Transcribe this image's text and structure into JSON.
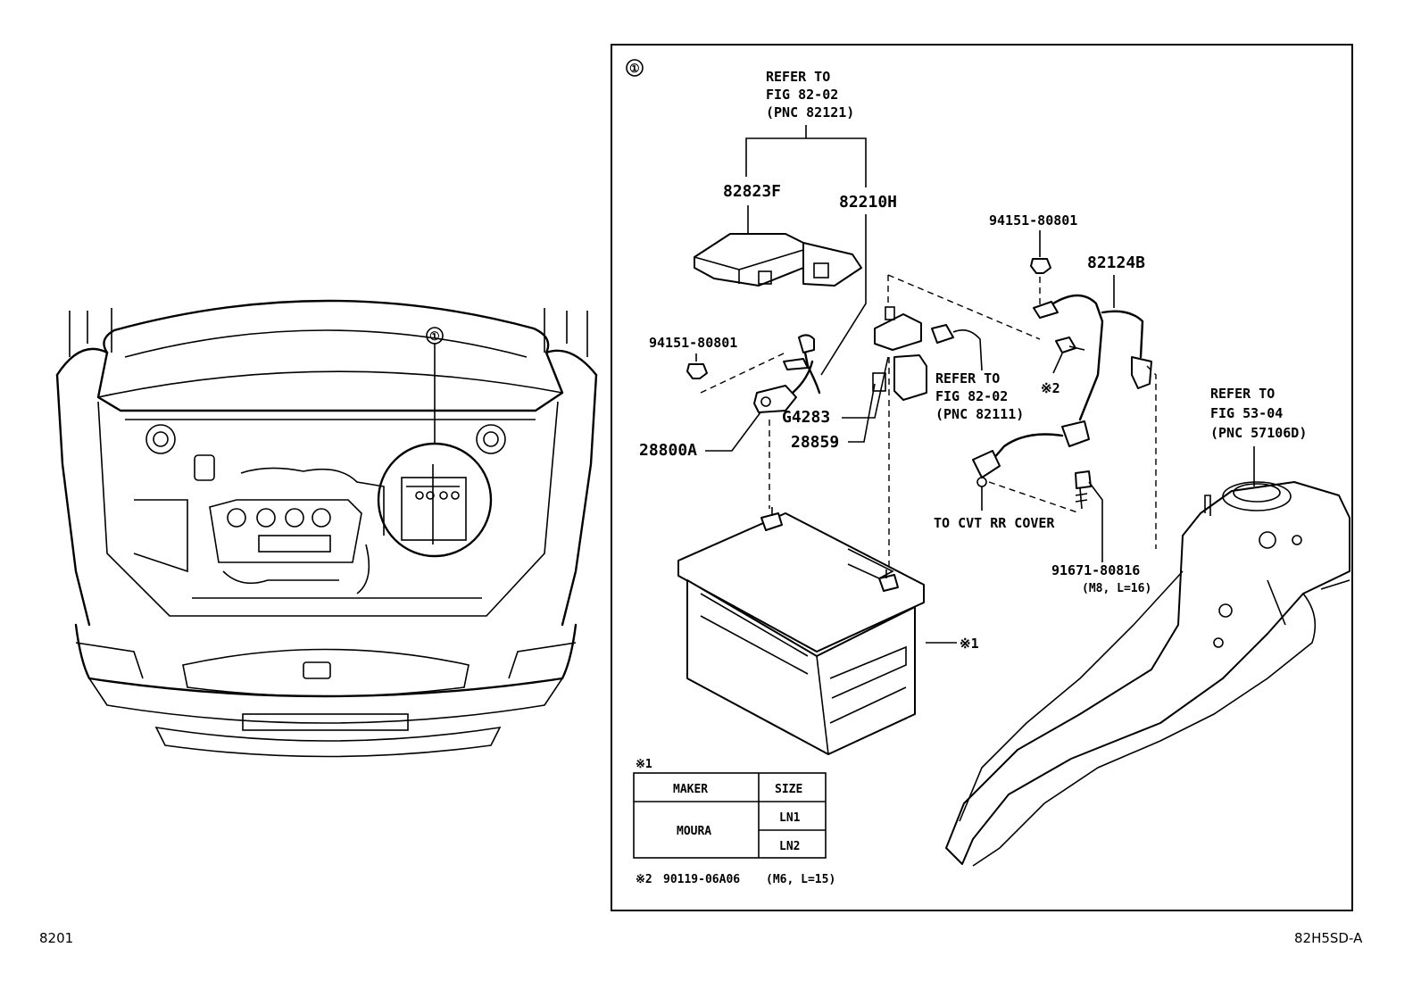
{
  "callout_marker": "①",
  "refer_82121": [
    "REFER TO",
    "FIG 82-02",
    "(PNC 82121)"
  ],
  "refer_82111": [
    "REFER TO",
    "FIG 82-02",
    "(PNC 82111)"
  ],
  "refer_57106d": [
    "REFER TO",
    "FIG 53-04",
    "(PNC 57106D)"
  ],
  "parts": {
    "p82823F": "82823F",
    "p82210H": "82210H",
    "p94151_left": "94151-80801",
    "p94151_right": "94151-80801",
    "p82124B": "82124B",
    "pG4283": "G4283",
    "p28859": "28859",
    "p28800A": "28800A",
    "p91671": "91671-80816",
    "p91671_spec": "(M8, L=16)",
    "note2_marker": "※2",
    "battery_marker": "※1"
  },
  "to_cvt": "TO CVT RR COVER",
  "battery_table": {
    "marker": "※1",
    "headers": [
      "MAKER",
      "SIZE"
    ],
    "maker": "MOURA",
    "sizes": [
      "LN1",
      "LN2"
    ]
  },
  "footnote": {
    "marker": "※2",
    "part": "90119-06A06",
    "spec": "(M6, L=15)"
  },
  "figure_number": "8201",
  "illustration_code": "82H5SD-A"
}
